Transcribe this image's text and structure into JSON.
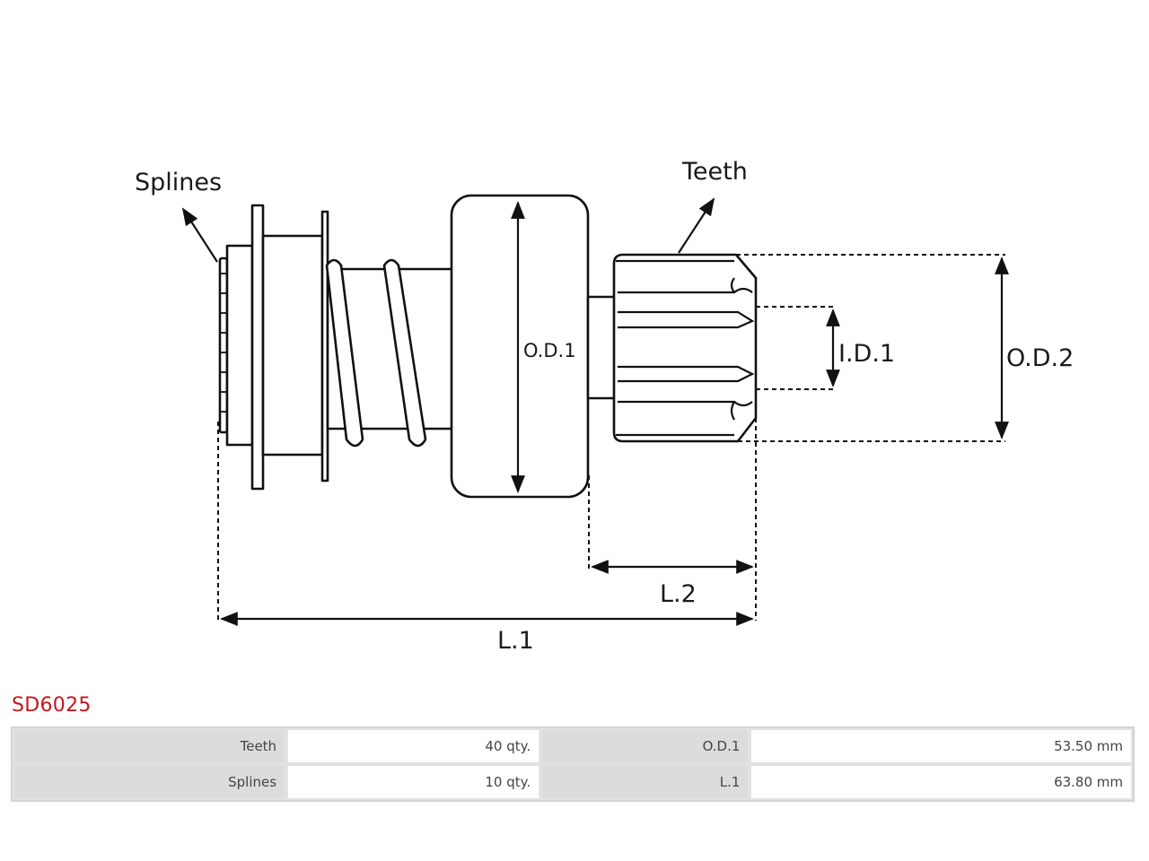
{
  "diagram": {
    "labels": {
      "splines": "Splines",
      "teeth": "Teeth",
      "od1": "O.D.1",
      "id1": "I.D.1",
      "od2": "O.D.2",
      "l1": "L.1",
      "l2": "L.2"
    }
  },
  "product": {
    "part_number": "SD6025"
  },
  "specs": [
    {
      "label_a": "Teeth",
      "value_a": "40 qty.",
      "label_b": "O.D.1",
      "value_b": "53.50 mm"
    },
    {
      "label_a": "Splines",
      "value_a": "10 qty.",
      "label_b": "L.1",
      "value_b": "63.80 mm"
    }
  ]
}
